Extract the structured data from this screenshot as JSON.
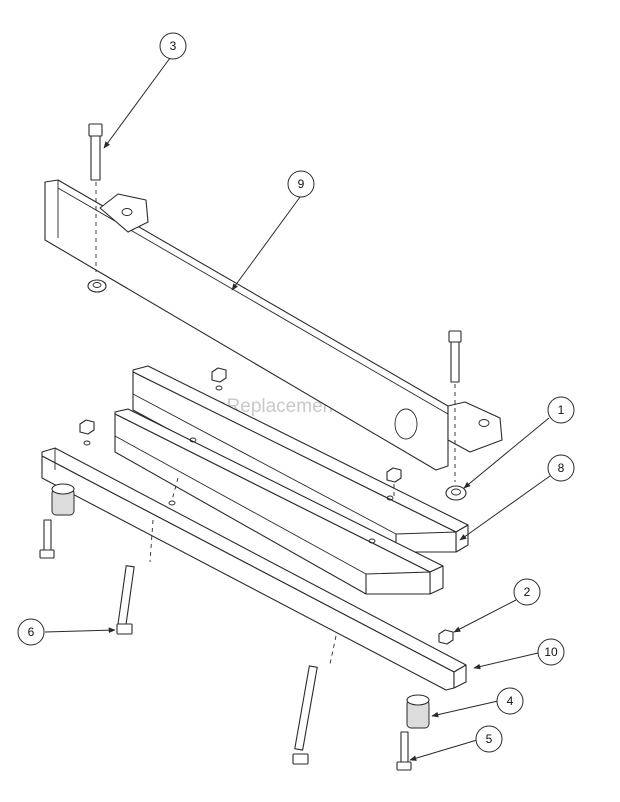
{
  "watermark": "eReplacementParts.com",
  "callouts": [
    {
      "id": "3",
      "label": "3"
    },
    {
      "id": "9",
      "label": "9"
    },
    {
      "id": "1",
      "label": "1"
    },
    {
      "id": "8",
      "label": "8"
    },
    {
      "id": "2",
      "label": "2"
    },
    {
      "id": "10",
      "label": "10"
    },
    {
      "id": "4",
      "label": "4"
    },
    {
      "id": "5",
      "label": "5"
    },
    {
      "id": "6",
      "label": "6"
    }
  ]
}
